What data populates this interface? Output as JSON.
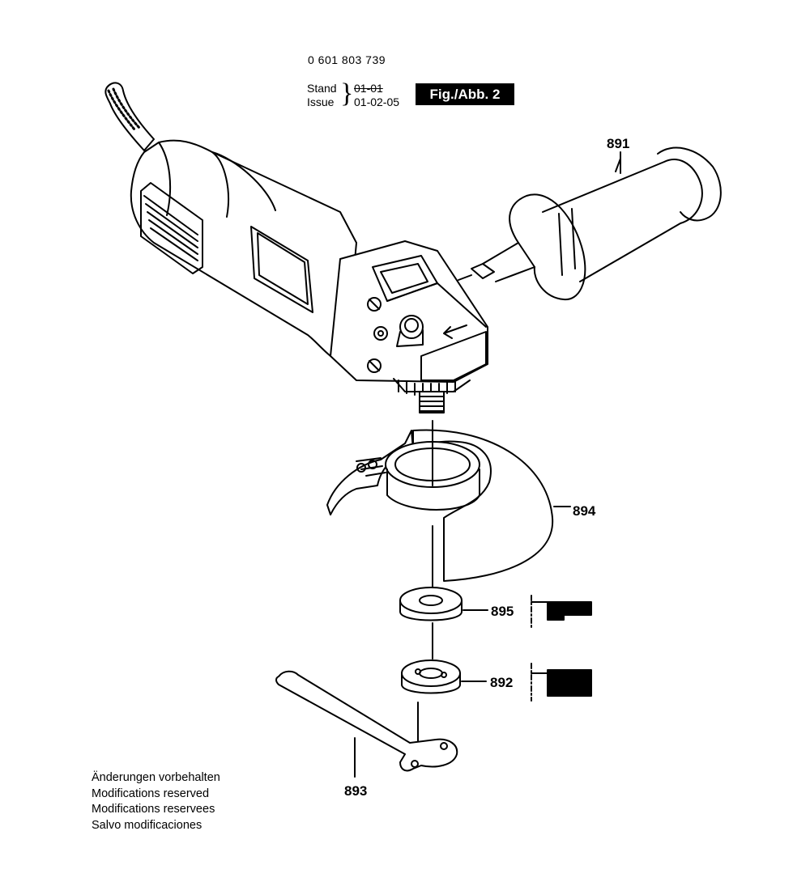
{
  "header": {
    "part_number": "0 601 803 739",
    "stand_label": "Stand",
    "issue_label": "Issue",
    "stand_value": "01-01",
    "issue_value": "01-02-05",
    "brace": "}",
    "figure_tag": "Fig./Abb. 2"
  },
  "callouts": {
    "handle": "891",
    "guard": "894",
    "flange": "895",
    "nut": "892",
    "spanner": "893"
  },
  "notes": [
    "Änderungen vorbehalten",
    "Modifications reserved",
    "Modifications reservees",
    "Salvo modificaciones"
  ],
  "colors": {
    "ink": "#000000",
    "paper": "#ffffff"
  },
  "icons": {
    "grinder": "angle-grinder-illustration",
    "handle": "side-handle-illustration",
    "guard": "wheel-guard-illustration",
    "flange": "mounting-flange-illustration",
    "nut": "clamping-nut-illustration",
    "spanner": "two-pin-spanner-illustration"
  }
}
